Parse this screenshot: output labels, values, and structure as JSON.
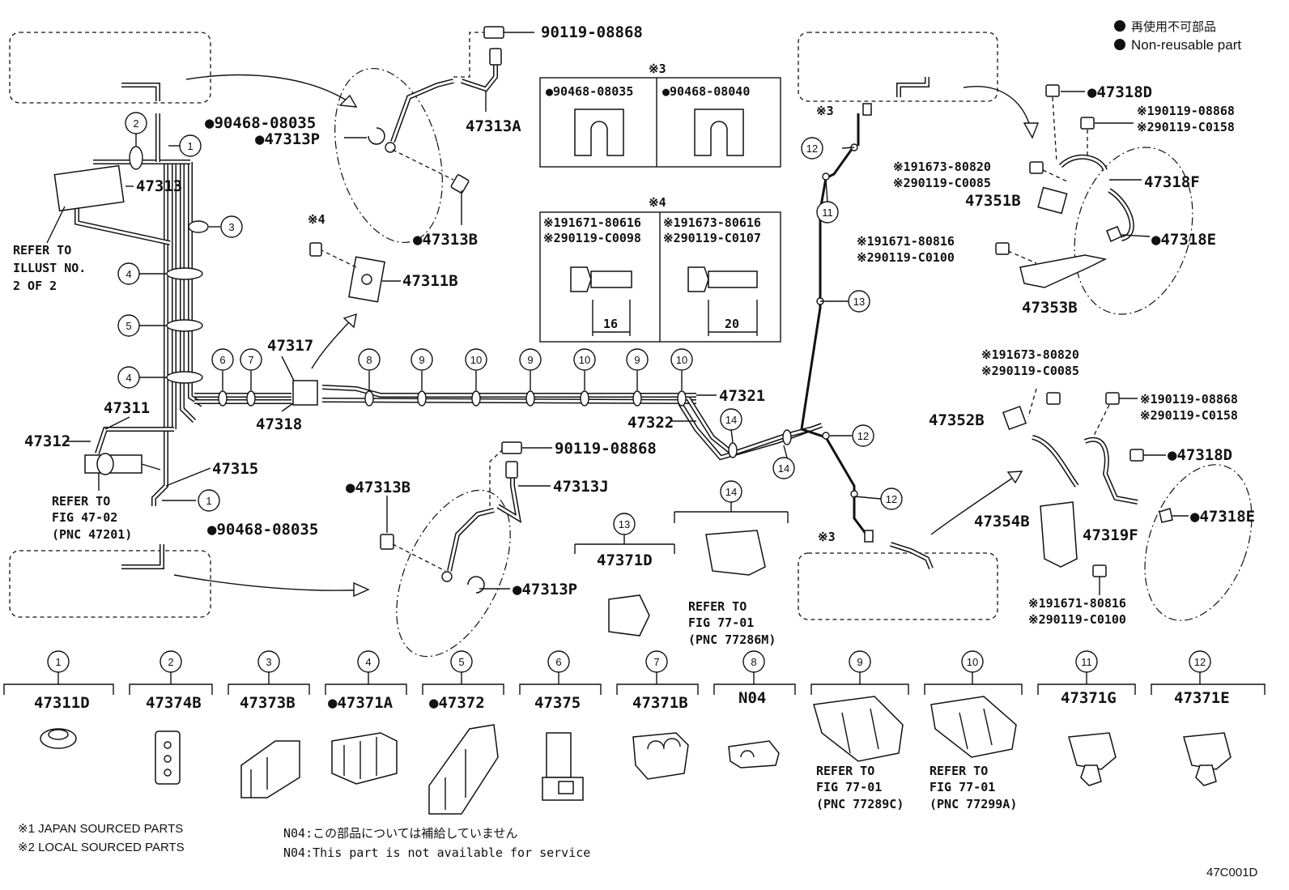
{
  "legend": {
    "jp_label": "再使用不可部品",
    "en_label": "Non-reusable part"
  },
  "notes": {
    "japan": "※1 JAPAN SOURCED PARTS",
    "local": "※2 LOCAL SOURCED PARTS",
    "n04_jp": "N04:この部品については補給していません",
    "n04_en": "N04:This part is not available for service"
  },
  "figure_id": "47C001D",
  "box3": {
    "title": "※3",
    "left": "●90468-08035",
    "right": "●90468-08040"
  },
  "box4": {
    "title": "※4",
    "left_line1": "※191671-80616",
    "left_line2": "※290119-C0098",
    "left_dim": "16",
    "right_line1": "※191673-80616",
    "right_line2": "※290119-C0107",
    "right_dim": "20"
  },
  "labels": {
    "p90119_08868_top": "90119-08868",
    "p47313P_top": "●47313P",
    "p47313A": "47313A",
    "p47313B_top": "●47313B",
    "p90468_08035_top": "●90468-08035",
    "p47313": "47313",
    "refer_illust_1": "REFER TO",
    "refer_illust_2": "ILLUST NO.",
    "refer_illust_3": "2 OF 2",
    "x4": "※4",
    "p47311B": "47311B",
    "p47317": "47317",
    "p47318": "47318",
    "p47311": "47311",
    "p47312": "47312",
    "p47315": "47315",
    "refer_fig4702_1": "REFER TO",
    "refer_fig4702_2": "FIG 47-02",
    "refer_fig4702_3": "(PNC 47201)",
    "p90468_08035_bot": "●90468-08035",
    "p47321": "47321",
    "p47322": "47322",
    "p90119_08868_mid": "90119-08868",
    "p47313B_mid": "●47313B",
    "p47313J": "47313J",
    "p47313P_mid": "●47313P",
    "c13_part": "47371D",
    "refer_fig7701_1": "REFER TO",
    "refer_fig7701_2": "FIG 77-01",
    "refer_fig7701_3": "(PNC 77286M)",
    "x3_a": "※3",
    "x3_b": "※3",
    "p47318D_top": "●47318D",
    "r_190119_08868_a": "※190119-08868",
    "r_290119_C0158_a": "※290119-C0158",
    "r_191673_80820_a": "※191673-80820",
    "r_290119_C0085_a": "※290119-C0085",
    "p47318F": "47318F",
    "p47351B": "47351B",
    "p47318E_top": "●47318E",
    "r_191671_80816_a": "※191671-80816",
    "r_290119_C0100_a": "※290119-C0100",
    "p47353B": "47353B",
    "r_191673_80820_b": "※191673-80820",
    "r_290119_C0085_b": "※290119-C0085",
    "r_190119_08868_b": "※190119-08868",
    "r_290119_C0158_b": "※290119-C0158",
    "p47352B": "47352B",
    "p47318D_bot": "●47318D",
    "p47354B": "47354B",
    "p47319F": "47319F",
    "p47318E_bot": "●47318E",
    "r_191671_80816_b": "※191671-80816",
    "r_290119_C0100_b": "※290119-C0100"
  },
  "callouts": [
    "1",
    "2",
    "3",
    "4",
    "5",
    "6",
    "7",
    "8",
    "9",
    "10",
    "11",
    "12",
    "13",
    "14"
  ],
  "bottom_parts": [
    {
      "num": "1",
      "part": "47311D"
    },
    {
      "num": "2",
      "part": "47374B"
    },
    {
      "num": "3",
      "part": "47373B"
    },
    {
      "num": "4",
      "part": "●47371A"
    },
    {
      "num": "5",
      "part": "●47372"
    },
    {
      "num": "6",
      "part": "47375"
    },
    {
      "num": "7",
      "part": "47371B"
    },
    {
      "num": "8",
      "part": "N04"
    },
    {
      "num": "9",
      "part": "",
      "ref1": "REFER TO",
      "ref2": "FIG 77-01",
      "ref3": "(PNC 77289C)"
    },
    {
      "num": "10",
      "part": "",
      "ref1": "REFER TO",
      "ref2": "FIG 77-01",
      "ref3": "(PNC 77299A)"
    },
    {
      "num": "11",
      "part": "47371G"
    },
    {
      "num": "12",
      "part": "47371E"
    }
  ]
}
